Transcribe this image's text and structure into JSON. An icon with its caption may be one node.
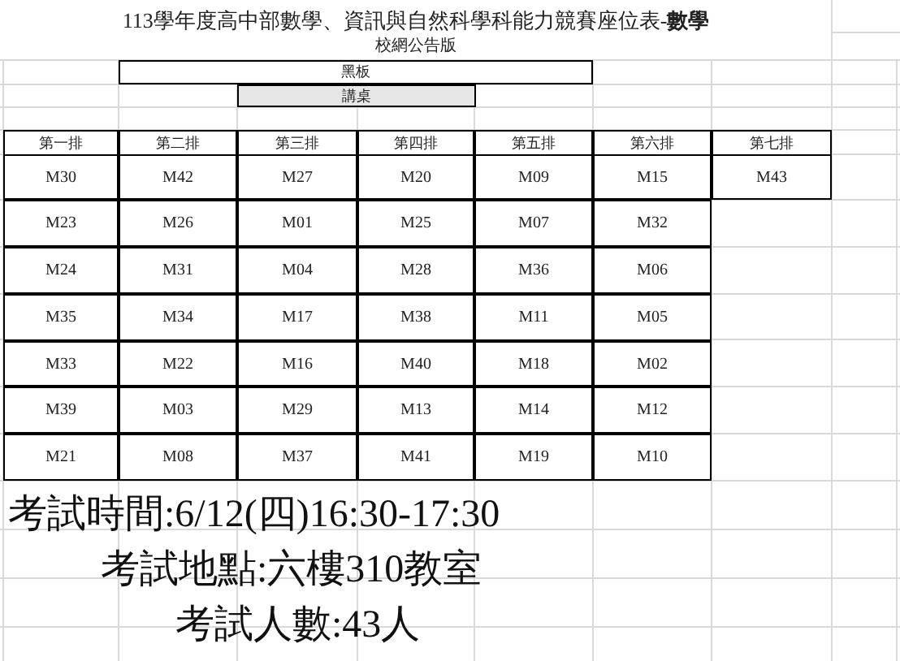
{
  "diagram": {
    "title": "113學年度高中部數學、資訊與自然科學科能力競賽座位表-**數學**",
    "nodes": [
      {
        "text": [
          "黑板"
        ]
      },
      {
        "text": [
          "講桌"
        ]
      }
    ],
    "edges": [],
    "labels": [
      "校網公告版",
      "第一排",
      "第二排",
      "第三排",
      "第四排",
      "第五排",
      "第六排",
      "第七排",
      "M30",
      "M42",
      "M27",
      "M20",
      "M09",
      "M15",
      "M43",
      "M23",
      "M26",
      "M01",
      "M25",
      "M07",
      "M32",
      "M24",
      "M31",
      "M04",
      "M28",
      "M36",
      "M06",
      "M35",
      "M34",
      "M17",
      "M38",
      "M11",
      "M05",
      "M33",
      "M22",
      "M16",
      "M40",
      "M18",
      "M02",
      "M39",
      "M03",
      "M29",
      "M13",
      "M14",
      "M12",
      "M21",
      "M08",
      "M37",
      "M41",
      "M19",
      "M10",
      "考試時間:6/12(四)16:30-17:30",
      "考試地點:六樓310教室",
      "考試人數:43人"
    ]
  }
}
